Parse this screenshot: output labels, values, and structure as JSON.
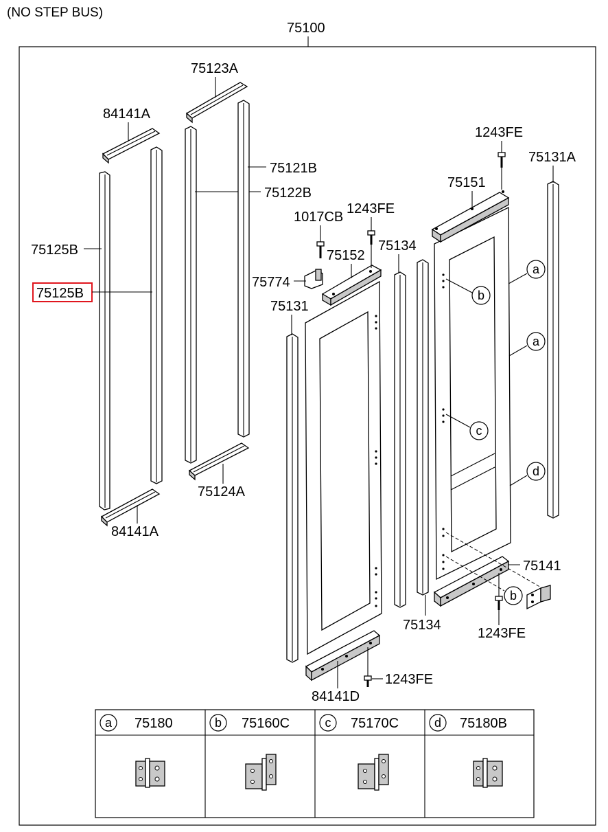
{
  "title_note": "(NO STEP BUS)",
  "assembly_number": "75100",
  "highlight_color": "#e0161e",
  "part_labels": {
    "p84141A_top": "84141A",
    "p84141A_bottom": "84141A",
    "p75125B_left": "75125B",
    "p75125B_highlight": "75125B",
    "p75123A": "75123A",
    "p75121B": "75121B",
    "p75122B": "75122B",
    "p75124A": "75124A",
    "p1017CB": "1017CB",
    "p1243FE_mid": "1243FE",
    "p75152": "75152",
    "p75134_top": "75134",
    "p75774": "75774",
    "p75131": "75131",
    "p1243FE_top": "1243FE",
    "p75151": "75151",
    "p75131A": "75131A",
    "p75141": "75141",
    "p75134_bottom": "75134",
    "p1243FE_right": "1243FE",
    "p1243FE_bottom": "1243FE",
    "p84141D": "84141D"
  },
  "callouts": {
    "a1": "a",
    "a2": "a",
    "b1": "b",
    "c1": "c",
    "d1": "d",
    "b2": "b"
  },
  "legend": [
    {
      "key": "a",
      "part": "75180"
    },
    {
      "key": "b",
      "part": "75160C"
    },
    {
      "key": "c",
      "part": "75170C"
    },
    {
      "key": "d",
      "part": "75180B"
    }
  ]
}
